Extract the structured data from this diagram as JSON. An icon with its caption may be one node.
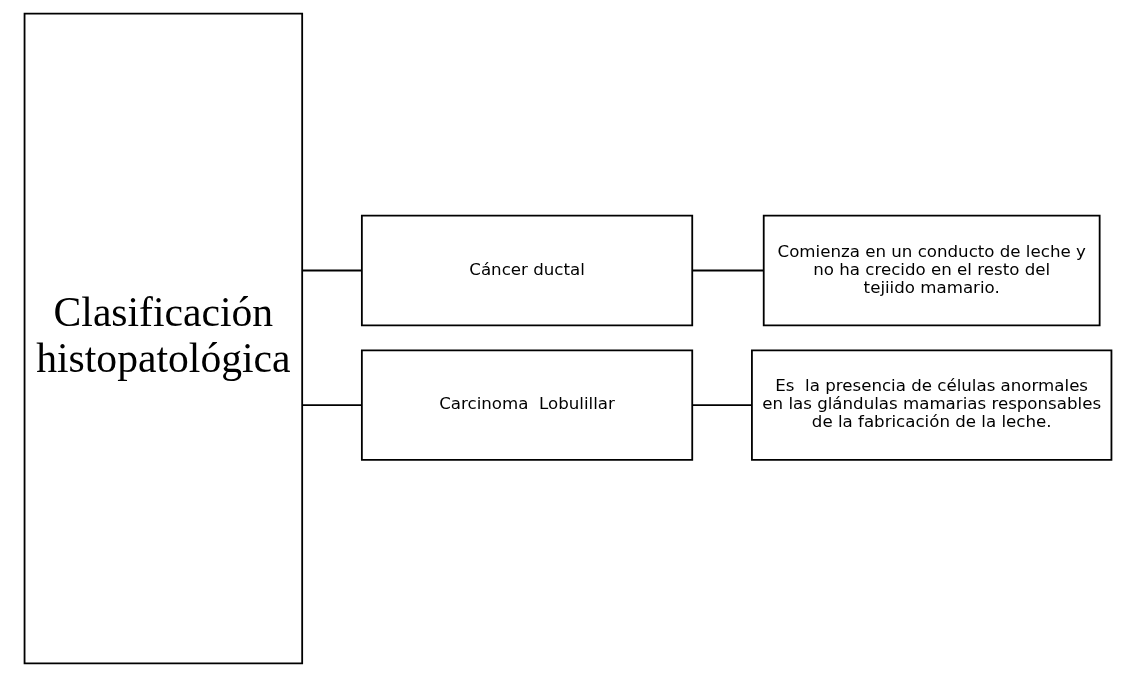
{
  "diagram": {
    "nodes": [
      {
        "text": [
          "Clasificación histopatológica"
        ]
      },
      {
        "text": [
          "Cáncer ductal"
        ]
      },
      {
        "text": [
          "Carcinoma  Lobulillar"
        ]
      },
      {
        "text": [
          "Comienza en un conducto de leche y no ha crecido en el resto del tejiido mamario."
        ]
      },
      {
        "text": [
          "Es  la presencia de células anormales en las glándulas mamarias responsables de la fabricación de la leche."
        ]
      }
    ],
    "edges": [
      {
        "from": 0,
        "to": 1,
        "arrow": "none"
      },
      {
        "from": 0,
        "to": 2,
        "arrow": "none"
      },
      {
        "from": 1,
        "to": 3,
        "arrow": "none"
      },
      {
        "from": 2,
        "to": 4,
        "arrow": "none"
      }
    ]
  }
}
